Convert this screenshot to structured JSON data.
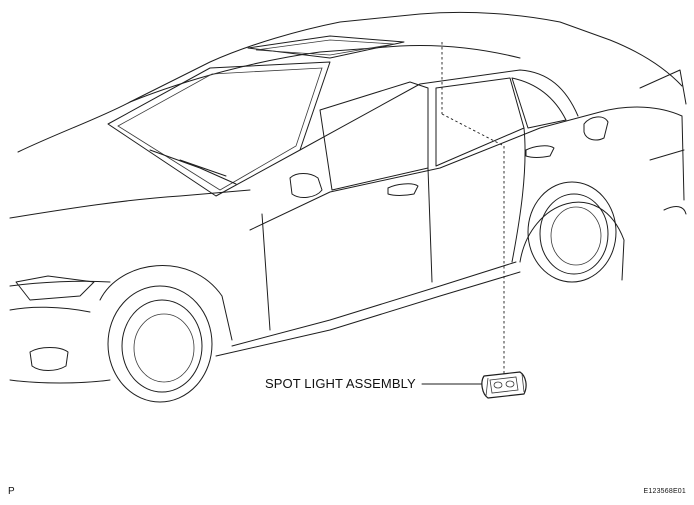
{
  "diagram": {
    "callout_label": "SPOT LIGHT ASSEMBLY",
    "corner_letter": "P",
    "figure_code": "E123568E01"
  }
}
